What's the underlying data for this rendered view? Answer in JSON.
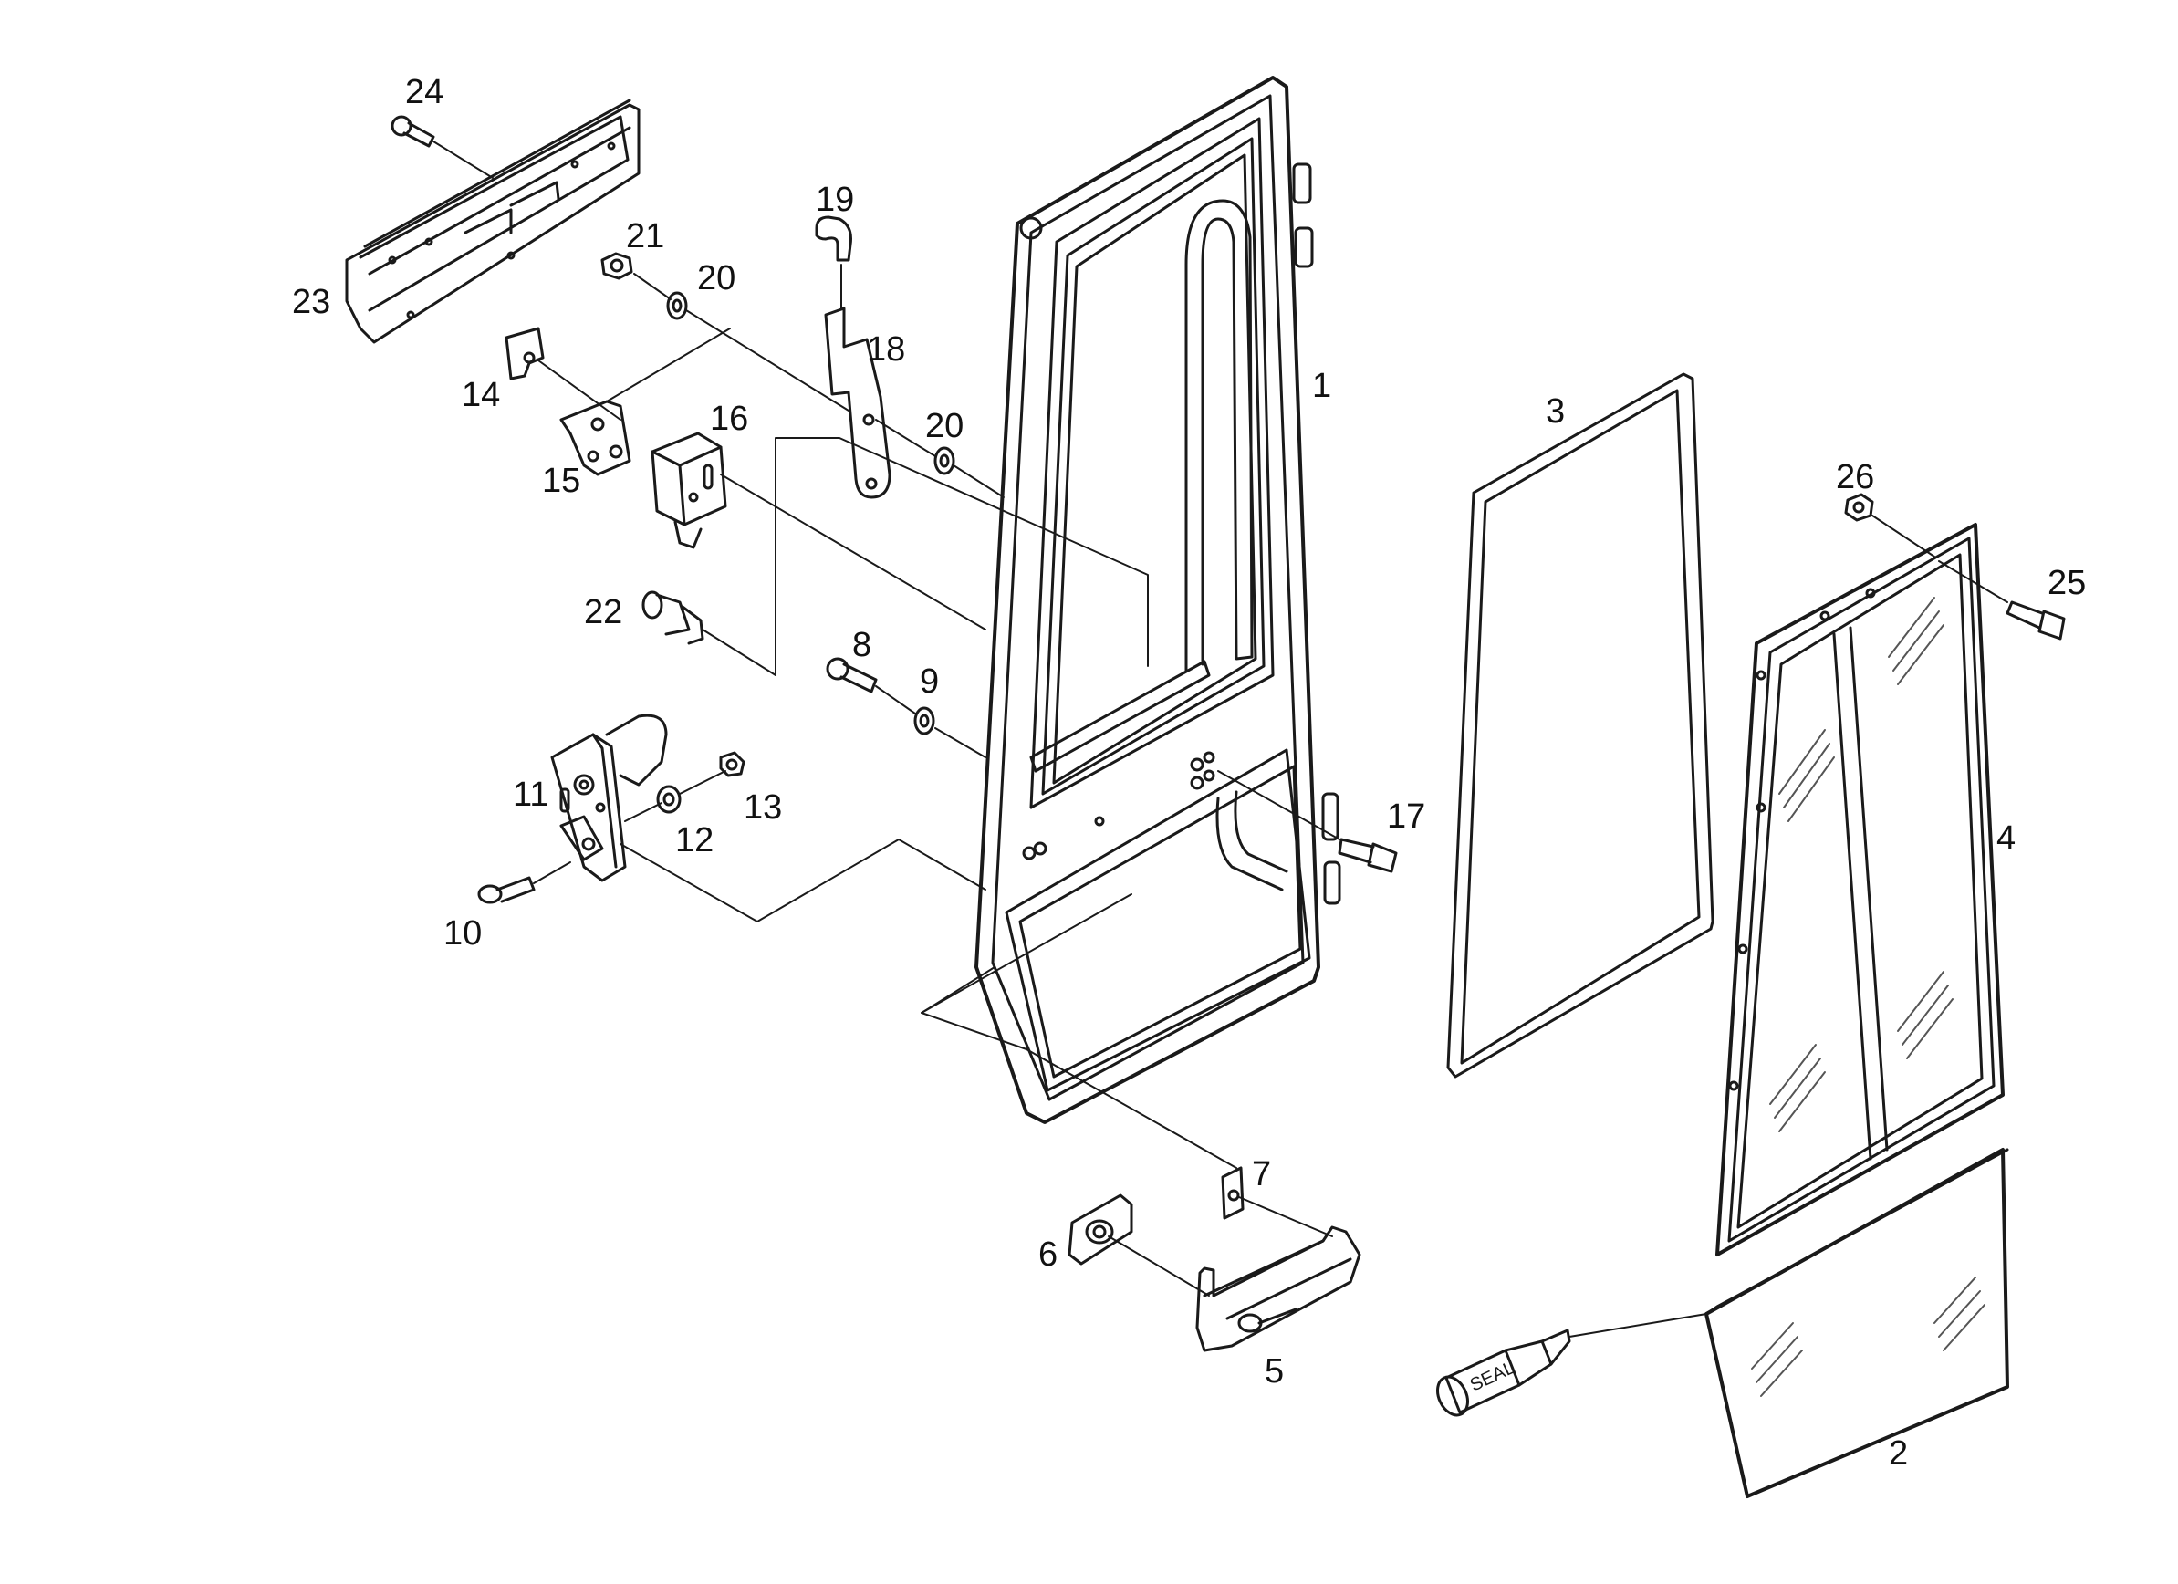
{
  "diagram": {
    "type": "exploded-parts-view",
    "line_color": "#1a1a1a",
    "glass_hatch_color": "#555555",
    "seal_tube_text": "SEAL",
    "callouts": [
      {
        "id": "c1",
        "label": "1"
      },
      {
        "id": "c2",
        "label": "2"
      },
      {
        "id": "c3",
        "label": "3"
      },
      {
        "id": "c4",
        "label": "4"
      },
      {
        "id": "c5",
        "label": "5"
      },
      {
        "id": "c6",
        "label": "6"
      },
      {
        "id": "c7",
        "label": "7"
      },
      {
        "id": "c8",
        "label": "8"
      },
      {
        "id": "c9",
        "label": "9"
      },
      {
        "id": "c10",
        "label": "10"
      },
      {
        "id": "c11",
        "label": "11"
      },
      {
        "id": "c12",
        "label": "12"
      },
      {
        "id": "c13",
        "label": "13"
      },
      {
        "id": "c14",
        "label": "14"
      },
      {
        "id": "c15",
        "label": "15"
      },
      {
        "id": "c16",
        "label": "16"
      },
      {
        "id": "c17",
        "label": "17"
      },
      {
        "id": "c18",
        "label": "18"
      },
      {
        "id": "c19",
        "label": "19"
      },
      {
        "id": "c20a",
        "label": "20"
      },
      {
        "id": "c20b",
        "label": "20"
      },
      {
        "id": "c21",
        "label": "21"
      },
      {
        "id": "c22",
        "label": "22"
      },
      {
        "id": "c23",
        "label": "23"
      },
      {
        "id": "c24",
        "label": "24"
      },
      {
        "id": "c25",
        "label": "25"
      },
      {
        "id": "c26",
        "label": "26"
      }
    ]
  }
}
